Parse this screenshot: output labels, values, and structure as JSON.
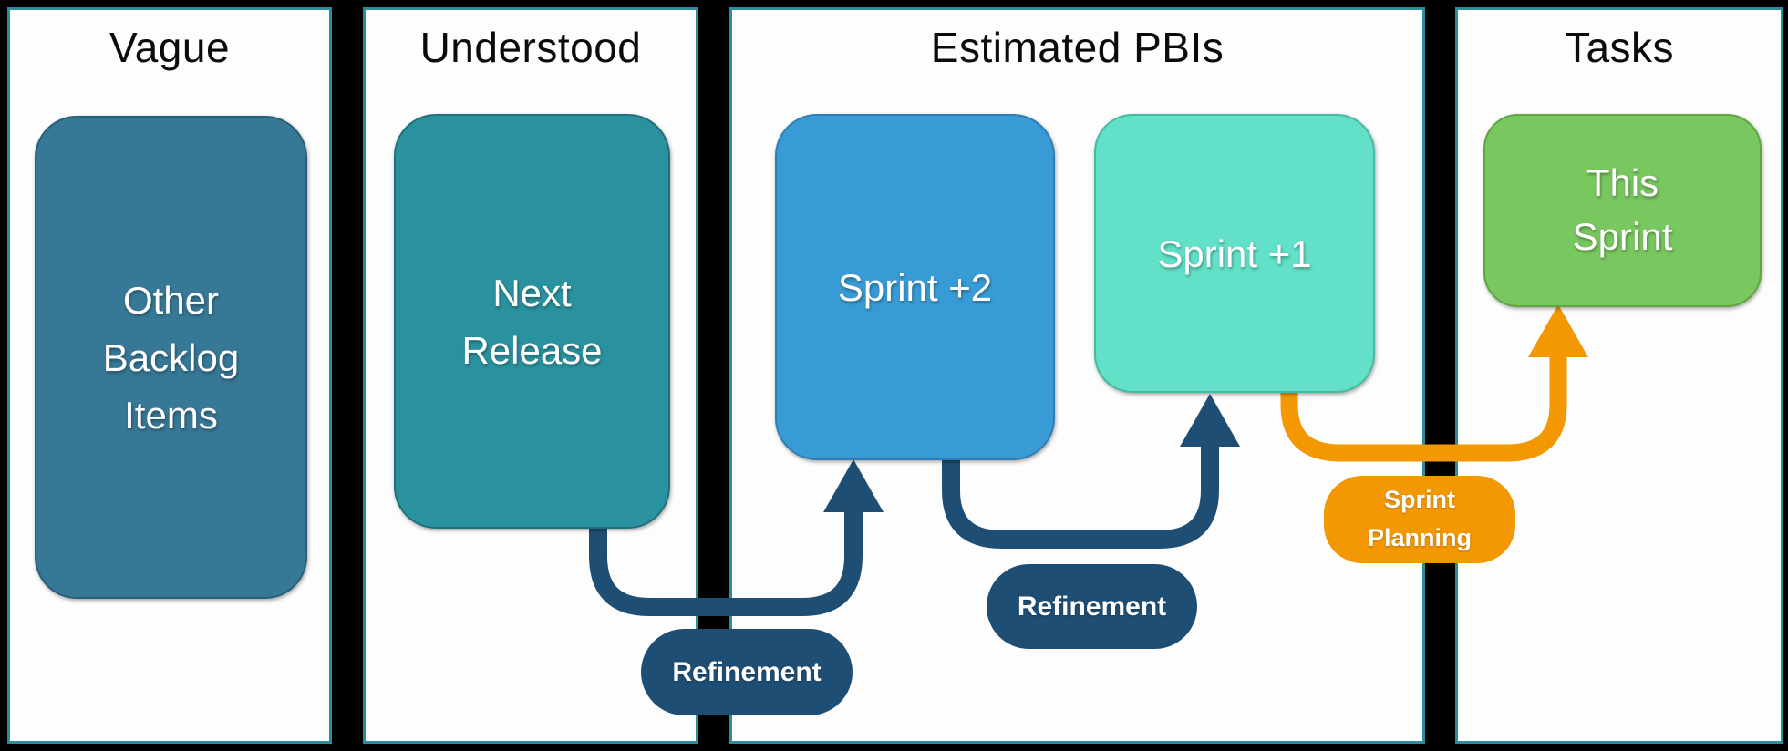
{
  "colors": {
    "background": "#000000",
    "panel_border": "#2B8E9C",
    "panel_background": "#FDFDFD",
    "arrow_navy": "#1F4E74",
    "arrow_orange": "#F39802"
  },
  "columns": [
    {
      "header": "Vague"
    },
    {
      "header": "Understood"
    },
    {
      "header": "Estimated PBIs"
    },
    {
      "header": "Tasks"
    }
  ],
  "boxes": [
    {
      "label": "Other\nBacklog\nItems",
      "fill": "#377897"
    },
    {
      "label": "Next\nRelease",
      "fill": "#2A929E"
    },
    {
      "label": "Sprint +2",
      "fill": "#399BD5"
    },
    {
      "label": "Sprint +1",
      "fill": "#62E0C8"
    },
    {
      "label": "This\nSprint",
      "fill": "#79C75F"
    }
  ],
  "pills": [
    {
      "label": "Refinement",
      "fill": "#1F4E74"
    },
    {
      "label": "Refinement",
      "fill": "#1F4E74"
    },
    {
      "label": "Sprint\nPlanning",
      "fill": "#F39802"
    }
  ]
}
